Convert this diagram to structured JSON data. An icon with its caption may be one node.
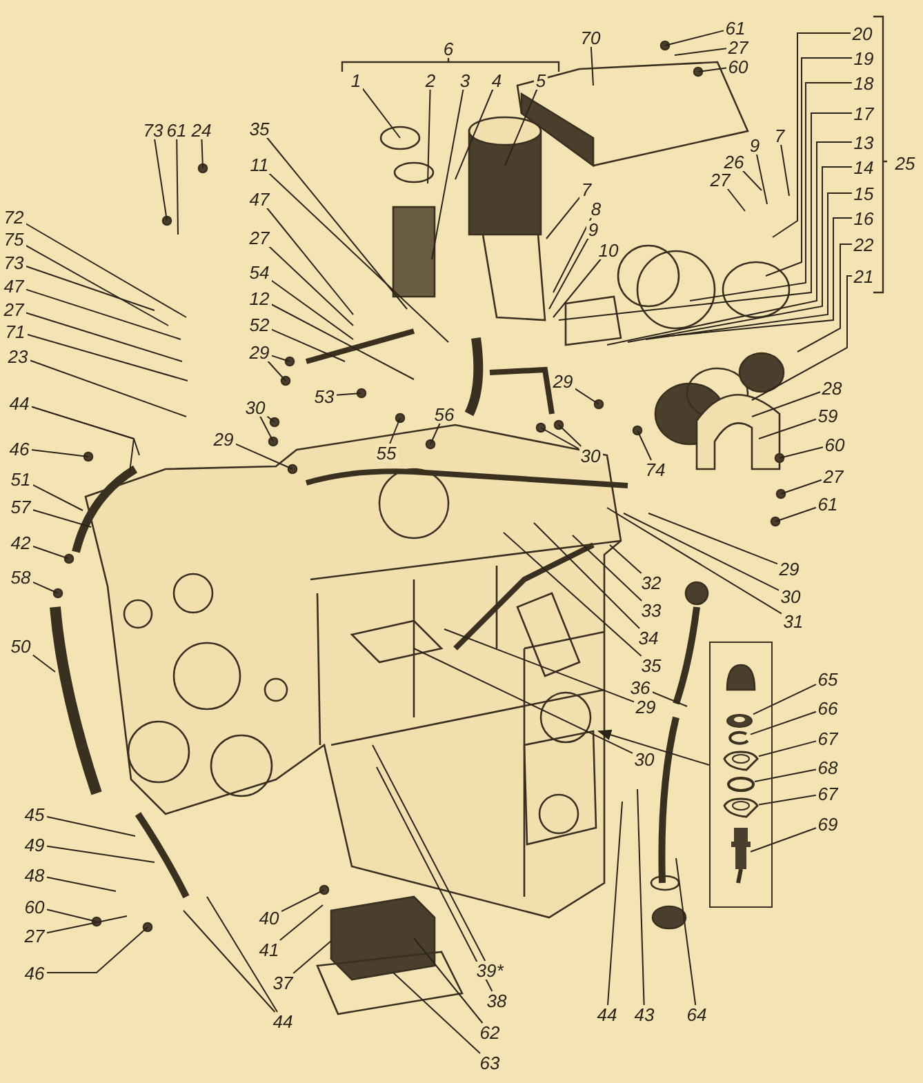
{
  "diagram": {
    "nodes": [
      {
        "text": [
          "61"
        ]
      },
      {
        "text": [
          "70"
        ]
      },
      {
        "text": [
          "27"
        ]
      },
      {
        "text": [
          "60"
        ]
      },
      {
        "text": [
          "20"
        ]
      },
      {
        "text": [
          "19"
        ]
      },
      {
        "text": [
          "1"
        ]
      },
      {
        "text": [
          "2"
        ]
      },
      {
        "text": [
          "3"
        ]
      },
      {
        "text": [
          "4"
        ]
      },
      {
        "text": [
          "5"
        ]
      },
      {
        "text": [
          "18"
        ]
      },
      {
        "text": [
          "17"
        ]
      },
      {
        "text": [
          "13"
        ]
      },
      {
        "text": [
          "14"
        ]
      },
      {
        "text": [
          "15"
        ]
      },
      {
        "text": [
          "16"
        ]
      },
      {
        "text": [
          "22"
        ]
      },
      {
        "text": [
          "21"
        ]
      },
      {
        "text": [
          "73"
        ]
      },
      {
        "text": [
          "61"
        ]
      },
      {
        "text": [
          "24"
        ]
      },
      {
        "text": [
          "35"
        ]
      },
      {
        "text": [
          "7"
        ]
      },
      {
        "text": [
          "9"
        ]
      },
      {
        "text": [
          "26"
        ]
      },
      {
        "text": [
          "11"
        ]
      },
      {
        "text": [
          "27"
        ]
      },
      {
        "text": [
          "7"
        ]
      },
      {
        "text": [
          "47"
        ]
      },
      {
        "text": [
          "8"
        ]
      },
      {
        "text": [
          "72"
        ]
      },
      {
        "text": [
          "9"
        ]
      },
      {
        "text": [
          "27"
        ]
      },
      {
        "text": [
          "75"
        ]
      },
      {
        "text": [
          "10"
        ]
      },
      {
        "text": [
          "73"
        ]
      },
      {
        "text": [
          "54"
        ]
      },
      {
        "text": [
          "47"
        ]
      },
      {
        "text": [
          "12"
        ]
      },
      {
        "text": [
          "27"
        ]
      },
      {
        "text": [
          "52"
        ]
      },
      {
        "text": [
          "71"
        ]
      },
      {
        "text": [
          "29"
        ]
      },
      {
        "text": [
          "23"
        ]
      },
      {
        "text": [
          "29"
        ]
      },
      {
        "text": [
          "28"
        ]
      },
      {
        "text": [
          "53"
        ]
      },
      {
        "text": [
          "44"
        ]
      },
      {
        "text": [
          "30"
        ]
      },
      {
        "text": [
          "59"
        ]
      },
      {
        "text": [
          "56"
        ]
      },
      {
        "text": [
          "29"
        ]
      },
      {
        "text": [
          "60"
        ]
      },
      {
        "text": [
          "30"
        ]
      },
      {
        "text": [
          "55"
        ]
      },
      {
        "text": [
          "46"
        ]
      },
      {
        "text": [
          "74"
        ]
      },
      {
        "text": [
          "27"
        ]
      },
      {
        "text": [
          "51"
        ]
      },
      {
        "text": [
          "61"
        ]
      },
      {
        "text": [
          "57"
        ]
      },
      {
        "text": [
          "42"
        ]
      },
      {
        "text": [
          "29"
        ]
      },
      {
        "text": [
          "58"
        ]
      },
      {
        "text": [
          "32"
        ]
      },
      {
        "text": [
          "30"
        ]
      },
      {
        "text": [
          "33"
        ]
      },
      {
        "text": [
          "31"
        ]
      },
      {
        "text": [
          "34"
        ]
      },
      {
        "text": [
          "50"
        ]
      },
      {
        "text": [
          "35"
        ]
      },
      {
        "text": [
          "65"
        ]
      },
      {
        "text": [
          "36"
        ]
      },
      {
        "text": [
          "29"
        ]
      },
      {
        "text": [
          "66"
        ]
      },
      {
        "text": [
          "67"
        ]
      },
      {
        "text": [
          "30"
        ]
      },
      {
        "text": [
          "68"
        ]
      },
      {
        "text": [],
        "shape": "box"
      },
      {
        "text": [
          "67"
        ]
      },
      {
        "text": [
          "45"
        ]
      },
      {
        "text": [
          "69"
        ]
      },
      {
        "text": [
          "49"
        ]
      },
      {
        "text": [
          "48"
        ]
      },
      {
        "text": [
          "60"
        ]
      },
      {
        "text": [
          "40"
        ]
      },
      {
        "text": [
          "27"
        ]
      },
      {
        "text": [
          "41"
        ]
      },
      {
        "text": [
          "39*"
        ]
      },
      {
        "text": [
          "46"
        ]
      },
      {
        "text": [
          "37"
        ]
      },
      {
        "text": [
          "38"
        ]
      },
      {
        "text": [
          "44"
        ]
      },
      {
        "text": [
          "43"
        ]
      },
      {
        "text": [
          "64"
        ]
      },
      {
        "text": [
          "44"
        ]
      },
      {
        "text": [
          "62"
        ]
      },
      {
        "text": [
          "63"
        ]
      },
      {
        "text": [],
        "shape": "picture",
        "in": 79
      },
      {
        "text": [],
        "shape": "picture",
        "in": 79
      },
      {
        "text": [],
        "shape": "picture",
        "in": 79
      },
      {
        "text": [],
        "shape": "circle",
        "in": 79
      },
      {
        "text": [],
        "shape": "picture",
        "in": 79
      },
      {
        "text": [],
        "shape": "picture",
        "in": 79
      }
    ],
    "edges": [
      {
        "from": 0,
        "to": null,
        "arrow": "none"
      },
      {
        "from": 1,
        "to": null,
        "arrow": "none"
      },
      {
        "from": 2,
        "to": null,
        "arrow": "none"
      },
      {
        "from": 3,
        "to": null,
        "arrow": "none"
      },
      {
        "from": 4,
        "to": null,
        "arrow": "none"
      },
      {
        "from": 5,
        "to": null,
        "arrow": "none"
      },
      {
        "from": 6,
        "to": null,
        "arrow": "none"
      },
      {
        "from": 7,
        "to": null,
        "arrow": "none"
      },
      {
        "from": 8,
        "to": null,
        "arrow": "none"
      },
      {
        "from": 9,
        "to": null,
        "arrow": "none"
      },
      {
        "from": 10,
        "to": null,
        "arrow": "none"
      },
      {
        "from": 11,
        "to": null,
        "arrow": "none"
      },
      {
        "from": 12,
        "to": null,
        "arrow": "none"
      },
      {
        "from": 13,
        "to": null,
        "arrow": "none"
      },
      {
        "from": 14,
        "to": null,
        "arrow": "none"
      },
      {
        "from": 15,
        "to": null,
        "arrow": "none"
      },
      {
        "from": 16,
        "to": null,
        "arrow": "none"
      },
      {
        "from": 17,
        "to": null,
        "arrow": "none"
      },
      {
        "from": 18,
        "to": null,
        "arrow": "none"
      },
      {
        "from": 19,
        "to": null,
        "arrow": "none"
      },
      {
        "from": 20,
        "to": null,
        "arrow": "none"
      },
      {
        "from": 21,
        "to": null,
        "arrow": "none"
      },
      {
        "from": 22,
        "to": null,
        "arrow": "none"
      },
      {
        "from": 23,
        "to": null,
        "arrow": "none"
      },
      {
        "from": 24,
        "to": null,
        "arrow": "none"
      },
      {
        "from": 25,
        "to": null,
        "arrow": "none"
      },
      {
        "from": 26,
        "to": null,
        "arrow": "none"
      },
      {
        "from": 27,
        "to": null,
        "arrow": "none"
      },
      {
        "from": 28,
        "to": null,
        "arrow": "none"
      },
      {
        "from": 29,
        "to": null,
        "arrow": "none"
      },
      {
        "from": 30,
        "to": null,
        "arrow": "none"
      },
      {
        "from": 31,
        "to": null,
        "arrow": "none"
      },
      {
        "from": 32,
        "to": null,
        "arrow": "none"
      },
      {
        "from": 33,
        "to": null,
        "arrow": "none"
      },
      {
        "from": 34,
        "to": null,
        "arrow": "none"
      },
      {
        "from": 35,
        "to": null,
        "arrow": "none"
      },
      {
        "from": 36,
        "to": null,
        "arrow": "none"
      },
      {
        "from": 37,
        "to": null,
        "arrow": "none"
      },
      {
        "from": 38,
        "to": null,
        "arrow": "none"
      },
      {
        "from": 39,
        "to": null,
        "arrow": "none"
      },
      {
        "from": 40,
        "to": null,
        "arrow": "none"
      },
      {
        "from": 41,
        "to": null,
        "arrow": "none"
      },
      {
        "from": 42,
        "to": null,
        "arrow": "none"
      },
      {
        "from": 43,
        "to": null,
        "arrow": "none"
      },
      {
        "from": 43,
        "to": null,
        "arrow": "none"
      },
      {
        "from": 44,
        "to": null,
        "arrow": "none"
      },
      {
        "from": 45,
        "to": null,
        "arrow": "none"
      },
      {
        "from": 46,
        "to": null,
        "arrow": "none"
      },
      {
        "from": 47,
        "to": null,
        "arrow": "none"
      },
      {
        "from": 48,
        "to": null,
        "arrow": "none"
      },
      {
        "from": 48,
        "to": null,
        "arrow": "none"
      },
      {
        "from": 49,
        "to": null,
        "arrow": "none"
      },
      {
        "from": 49,
        "to": null,
        "arrow": "none"
      },
      {
        "from": 50,
        "to": null,
        "arrow": "none"
      },
      {
        "from": 51,
        "to": null,
        "arrow": "none"
      },
      {
        "from": 52,
        "to": null,
        "arrow": "none"
      },
      {
        "from": 53,
        "to": null,
        "arrow": "none"
      },
      {
        "from": 54,
        "to": null,
        "arrow": "none"
      },
      {
        "from": 54,
        "to": null,
        "arrow": "none"
      },
      {
        "from": 55,
        "to": null,
        "arrow": "none"
      },
      {
        "from": 56,
        "to": null,
        "arrow": "none"
      },
      {
        "from": 57,
        "to": null,
        "arrow": "none"
      },
      {
        "from": 58,
        "to": null,
        "arrow": "none"
      },
      {
        "from": 59,
        "to": null,
        "arrow": "none"
      },
      {
        "from": 60,
        "to": null,
        "arrow": "none"
      },
      {
        "from": 61,
        "to": null,
        "arrow": "none"
      },
      {
        "from": 62,
        "to": null,
        "arrow": "none"
      },
      {
        "from": 63,
        "to": null,
        "arrow": "none"
      },
      {
        "from": 64,
        "to": null,
        "arrow": "none"
      },
      {
        "from": 65,
        "to": null,
        "arrow": "none"
      },
      {
        "from": 66,
        "to": null,
        "arrow": "none"
      },
      {
        "from": 67,
        "to": null,
        "arrow": "none"
      },
      {
        "from": 68,
        "to": null,
        "arrow": "none"
      },
      {
        "from": 69,
        "to": null,
        "arrow": "none"
      },
      {
        "from": 70,
        "to": null,
        "arrow": "none"
      },
      {
        "from": 71,
        "to": null,
        "arrow": "none"
      },
      {
        "from": 72,
        "to": 99,
        "arrow": "none"
      },
      {
        "from": 73,
        "to": null,
        "arrow": "none"
      },
      {
        "from": 74,
        "to": null,
        "arrow": "none"
      },
      {
        "from": 75,
        "to": 100,
        "arrow": "none"
      },
      {
        "from": 76,
        "to": 101,
        "arrow": "none"
      },
      {
        "from": 77,
        "to": null,
        "arrow": "none"
      },
      {
        "from": 78,
        "to": 102,
        "arrow": "none"
      },
      {
        "from": 79,
        "to": null,
        "arrow": "to"
      },
      {
        "from": 80,
        "to": 103,
        "arrow": "none"
      },
      {
        "from": 81,
        "to": null,
        "arrow": "none"
      },
      {
        "from": 82,
        "to": 104,
        "arrow": "none"
      },
      {
        "from": 83,
        "to": null,
        "arrow": "none"
      },
      {
        "from": 84,
        "to": null,
        "arrow": "none"
      },
      {
        "from": 85,
        "to": null,
        "arrow": "none"
      },
      {
        "from": 86,
        "to": null,
        "arrow": "none"
      },
      {
        "from": 87,
        "to": null,
        "arrow": "none"
      },
      {
        "from": 88,
        "to": null,
        "arrow": "none"
      },
      {
        "from": 89,
        "to": null,
        "arrow": "none"
      },
      {
        "from": 90,
        "to": null,
        "arrow": "none"
      },
      {
        "from": 91,
        "to": null,
        "arrow": "none"
      },
      {
        "from": 92,
        "to": null,
        "arrow": "none"
      },
      {
        "from": 93,
        "to": null,
        "arrow": "none"
      },
      {
        "from": 94,
        "to": null,
        "arrow": "none"
      },
      {
        "from": 95,
        "to": null,
        "arrow": "none"
      },
      {
        "from": 96,
        "to": null,
        "arrow": "none"
      },
      {
        "from": 96,
        "to": null,
        "arrow": "none"
      },
      {
        "from": 97,
        "to": null,
        "arrow": "none"
      },
      {
        "from": 98,
        "to": null,
        "arrow": "none"
      }
    ],
    "labels": [
      "6",
      "25"
    ]
  }
}
